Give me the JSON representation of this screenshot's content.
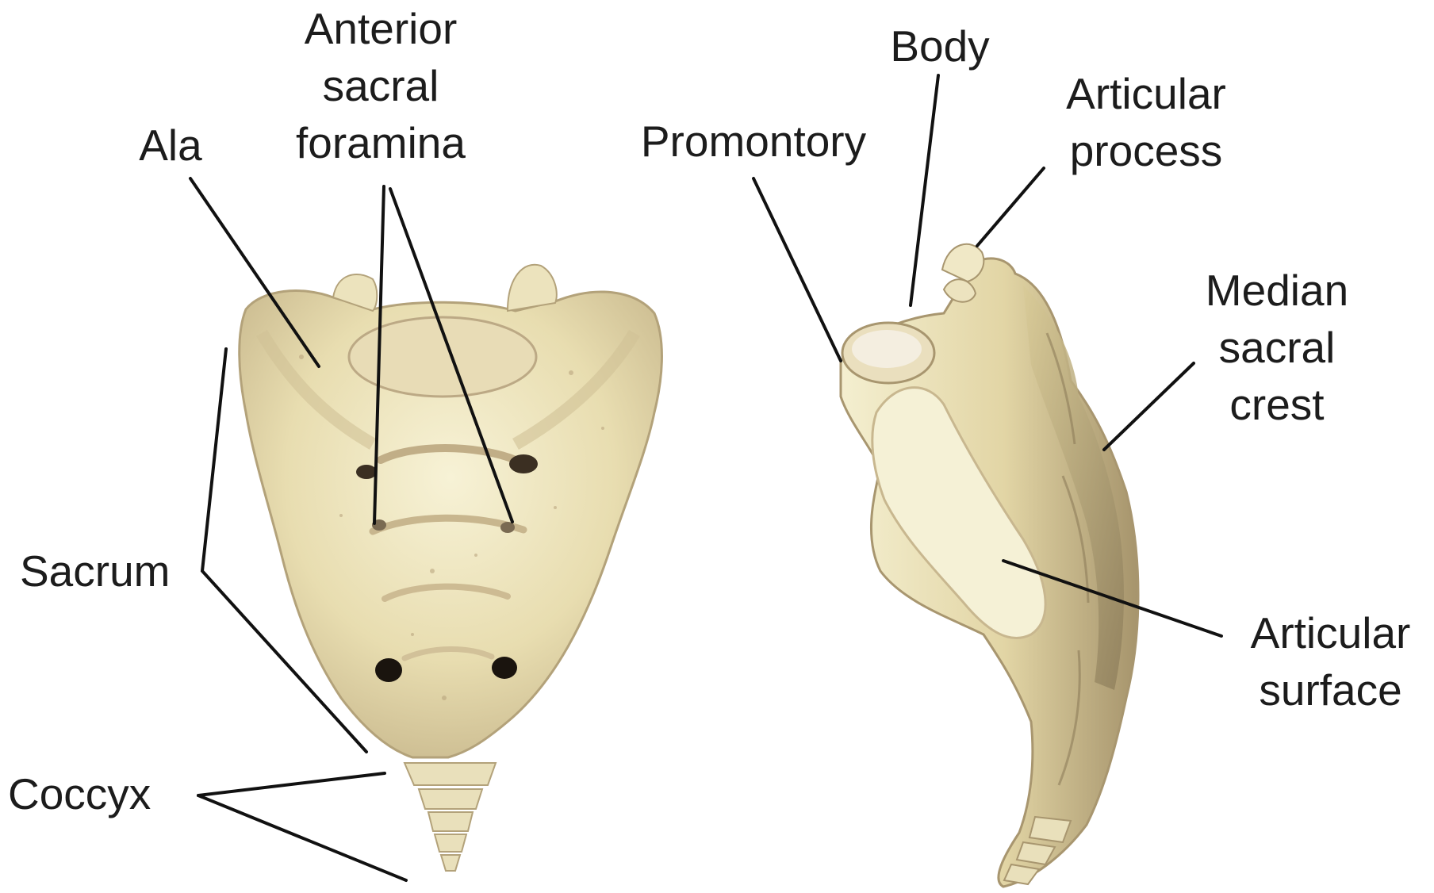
{
  "labels": {
    "ala": "Ala",
    "anterior_sacral_foramina": [
      "Anterior",
      "sacral",
      "foramina"
    ],
    "sacrum": "Sacrum",
    "coccyx": "Coccyx",
    "promontory": "Promontory",
    "body": "Body",
    "articular_process": [
      "Articular",
      "process"
    ],
    "median_sacral_crest": [
      "Median",
      "sacral",
      "crest"
    ],
    "articular_surface": [
      "Articular",
      "surface"
    ]
  },
  "colors": {
    "background": "#ffffff",
    "text": "#1c1c1c",
    "leader_lines": "#111111",
    "bone_light": "#f2ecc6",
    "bone_mid": "#ddd0a0",
    "bone_shadow": "#b19f78",
    "foramen": "#1a140e"
  },
  "views": [
    "anterior-view",
    "lateral-view"
  ]
}
